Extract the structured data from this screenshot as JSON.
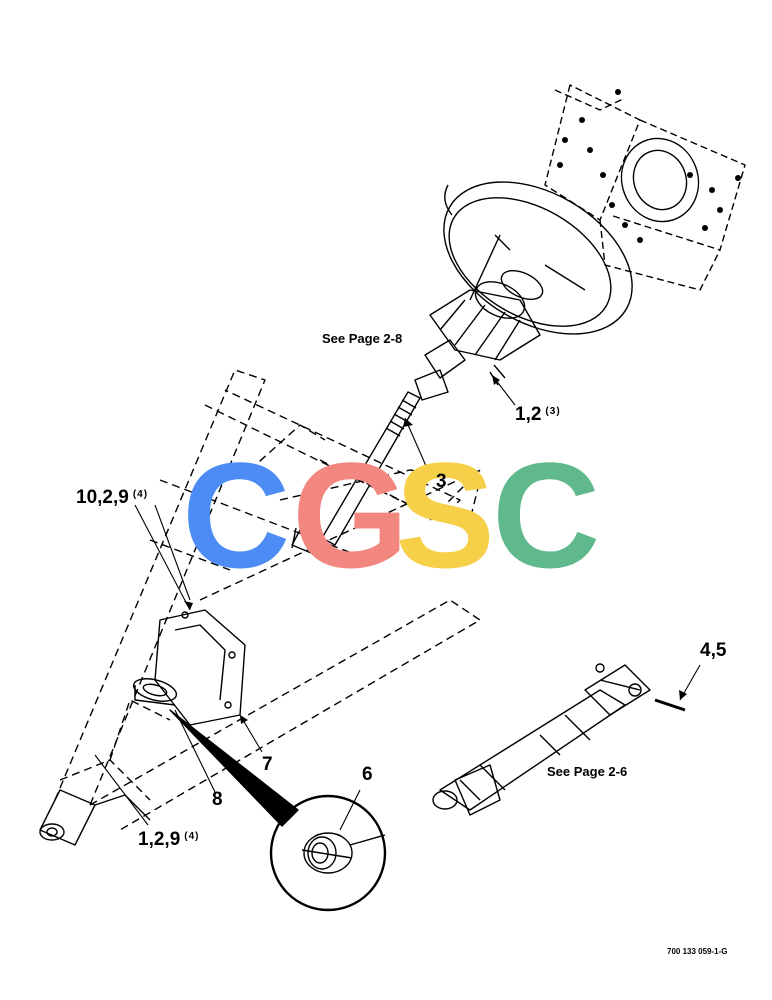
{
  "callouts": {
    "see_page_2_8": "See Page 2-8",
    "see_page_2_6": "See Page 2-6",
    "item_1_2": "1,2",
    "item_1_2_qty": "(3)",
    "item_3": "3",
    "item_10_2_9": "10,2,9",
    "item_10_2_9_qty": "(4)",
    "item_4_5": "4,5",
    "item_6": "6",
    "item_7": "7",
    "item_8": "8",
    "item_1_2_9": "1,2,9",
    "item_1_2_9_qty": "(4)"
  },
  "figure_number": "700 133 059-1-G",
  "watermark": {
    "letters": [
      "C",
      "G",
      "S",
      "C"
    ],
    "colors": [
      "#4d8cf5",
      "#f2877f",
      "#f7d04a",
      "#5fb98c"
    ]
  }
}
